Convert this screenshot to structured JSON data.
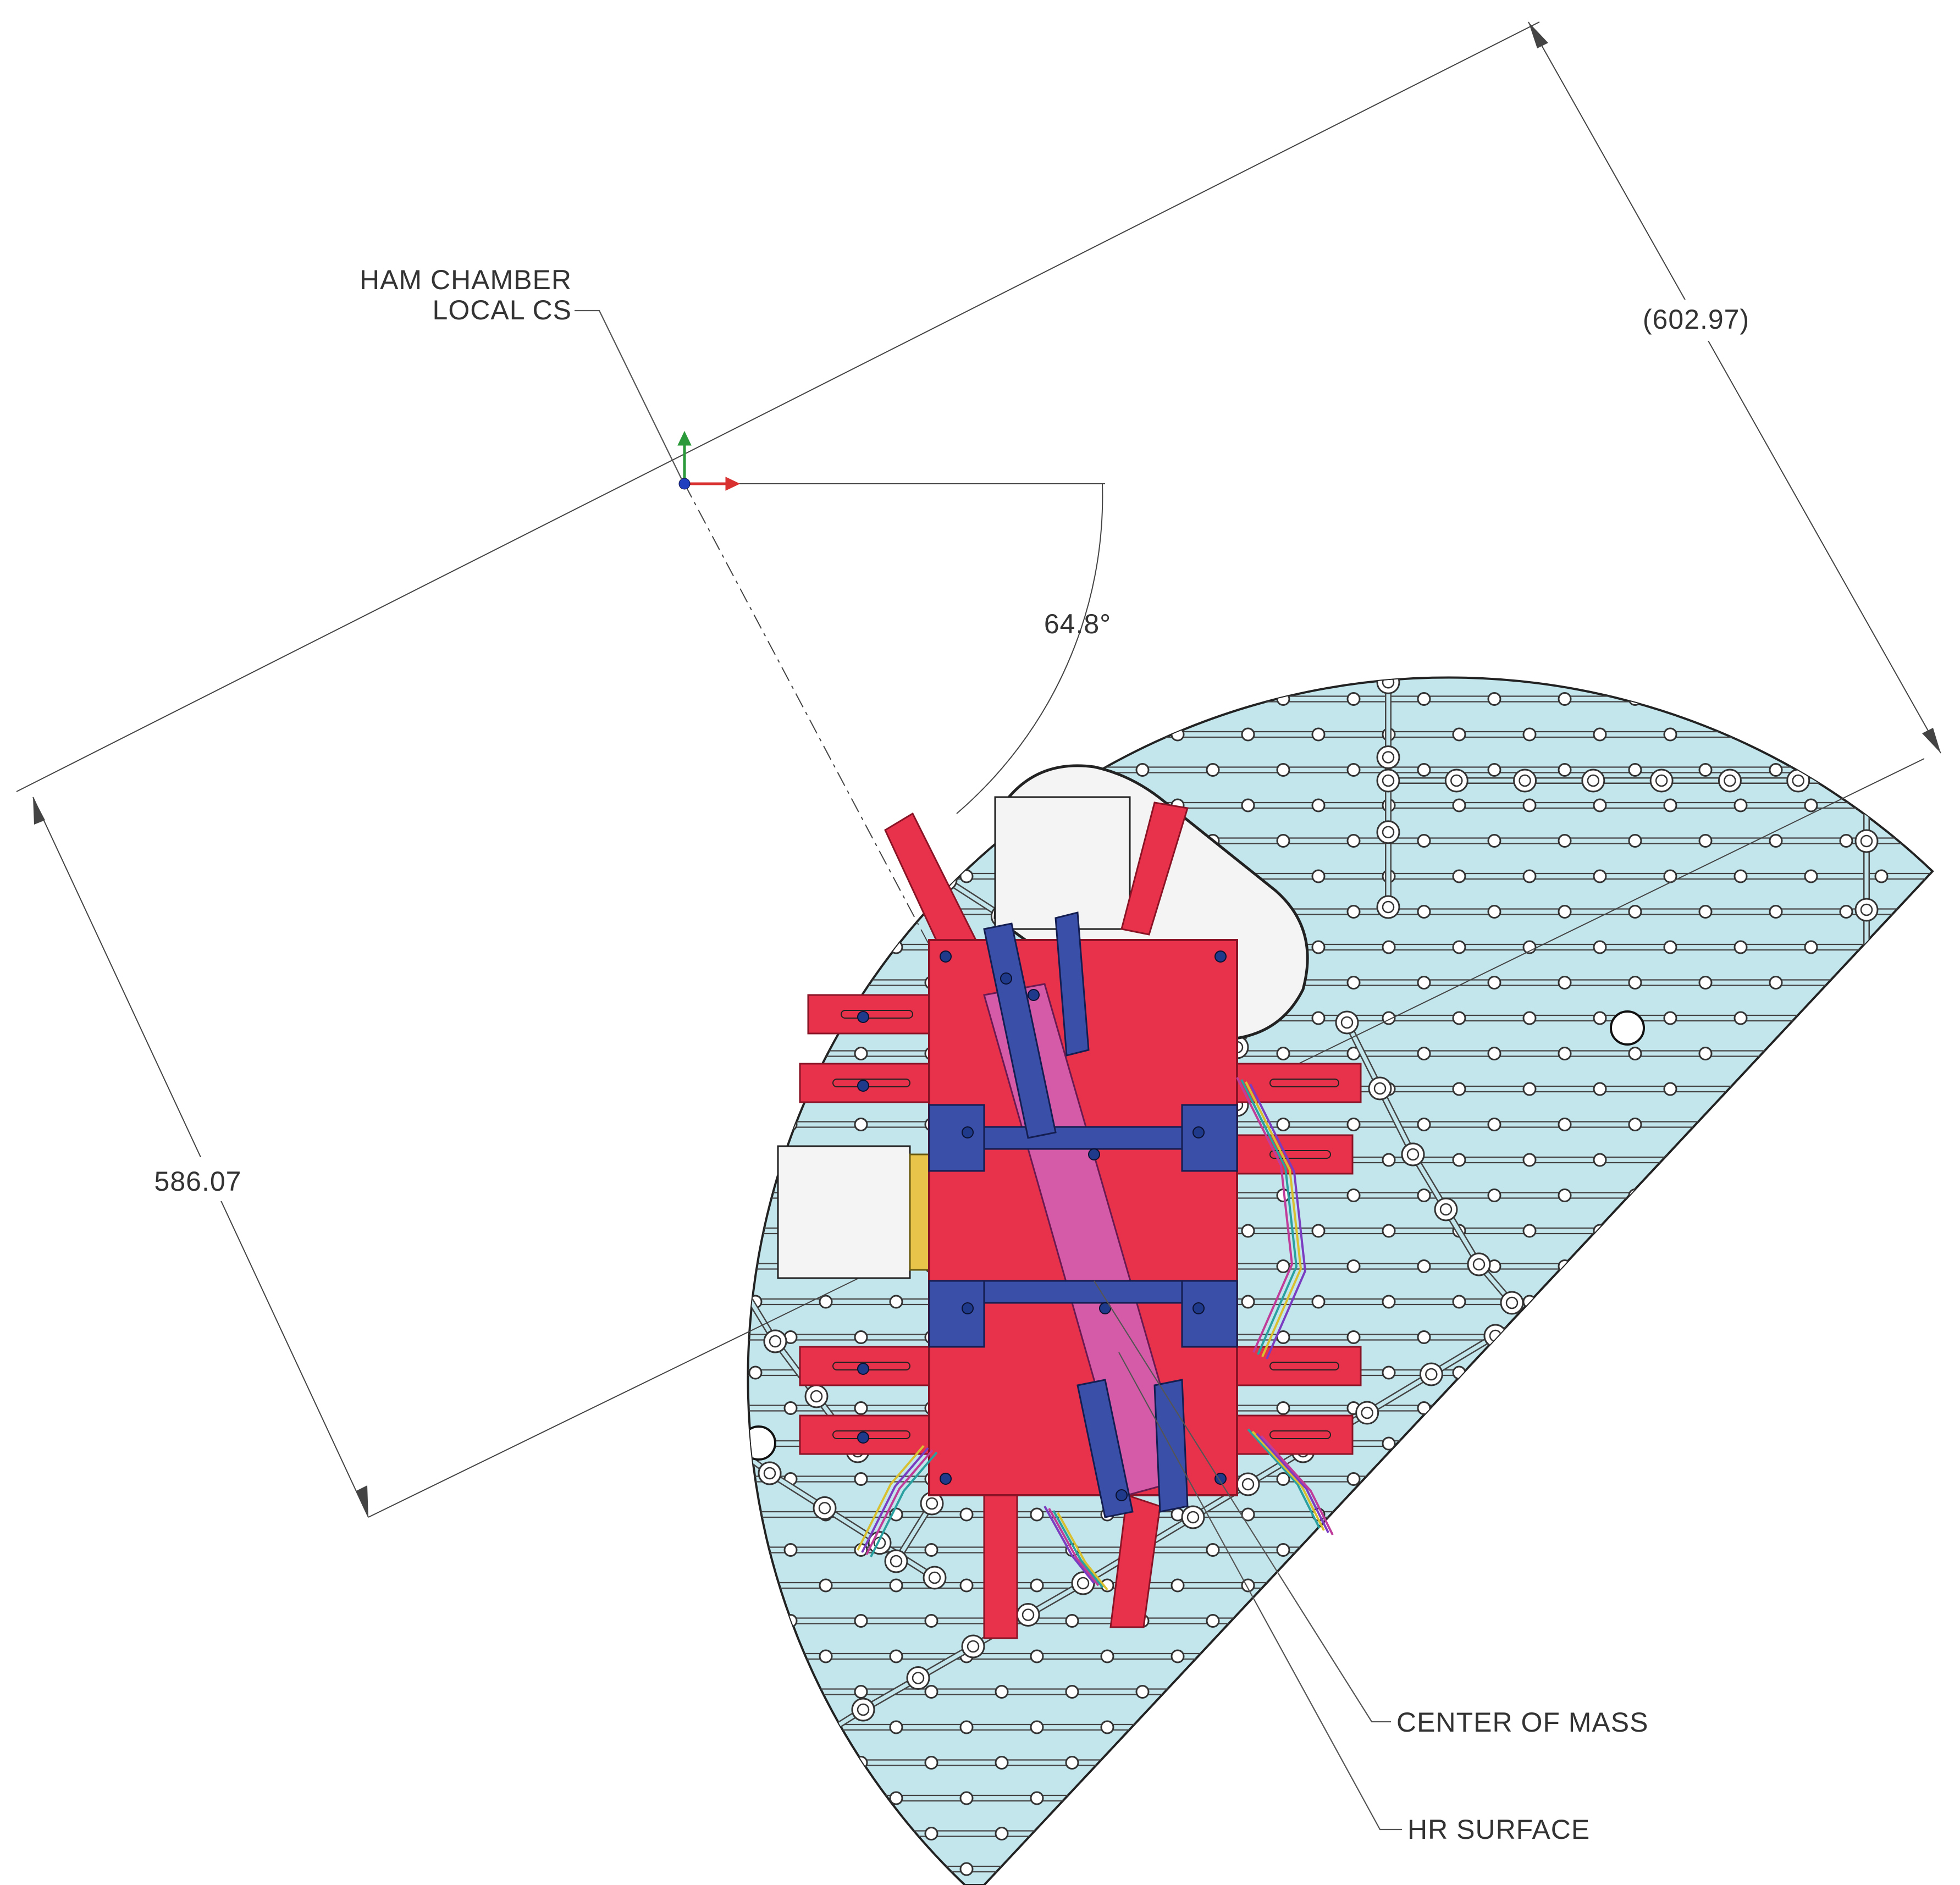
{
  "diagram": {
    "labels": {
      "cs_line1": "HAM CHAMBER",
      "cs_line2": "LOCAL CS",
      "center_of_mass": "CENTER OF MASS",
      "hr_surface": "HR SURFACE"
    },
    "dimensions": {
      "length": "586.07",
      "reference": "(602.97)",
      "angle": "64.8°"
    },
    "colors": {
      "table_fill": "#c3e6ec",
      "table_stroke": "#222222",
      "hole_fill": "#ffffff",
      "hole_stroke": "#333333",
      "assembly_red": "#e8314b",
      "assembly_red_stroke": "#8a1425",
      "clamp_blue": "#3a4fa8",
      "optic_magenta": "#d55aa8",
      "mount_white": "#f4f4f4",
      "shim_yellow": "#e8c44a",
      "axis_x": "#d93030",
      "axis_y": "#2a9a3a",
      "axis_z": "#2040c0"
    }
  }
}
